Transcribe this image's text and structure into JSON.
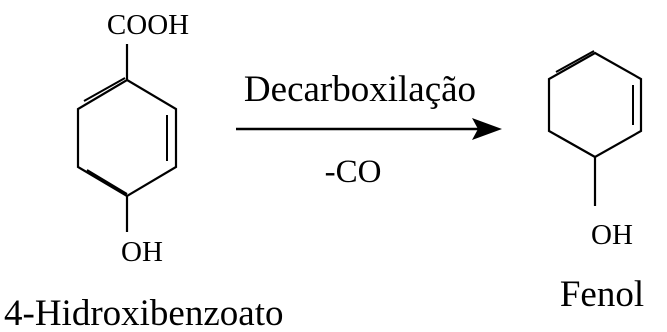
{
  "reaction": {
    "reactant": {
      "top_substituent": "COOH",
      "bottom_substituent": "OH",
      "name": "4-Hidroxibenzoato"
    },
    "arrow": {
      "label_above": "Decarboxilação",
      "label_below": "-CO"
    },
    "product": {
      "bottom_substituent": "OH",
      "name": "Fenol"
    }
  },
  "colors": {
    "ink": "#000000",
    "background": "#ffffff"
  }
}
